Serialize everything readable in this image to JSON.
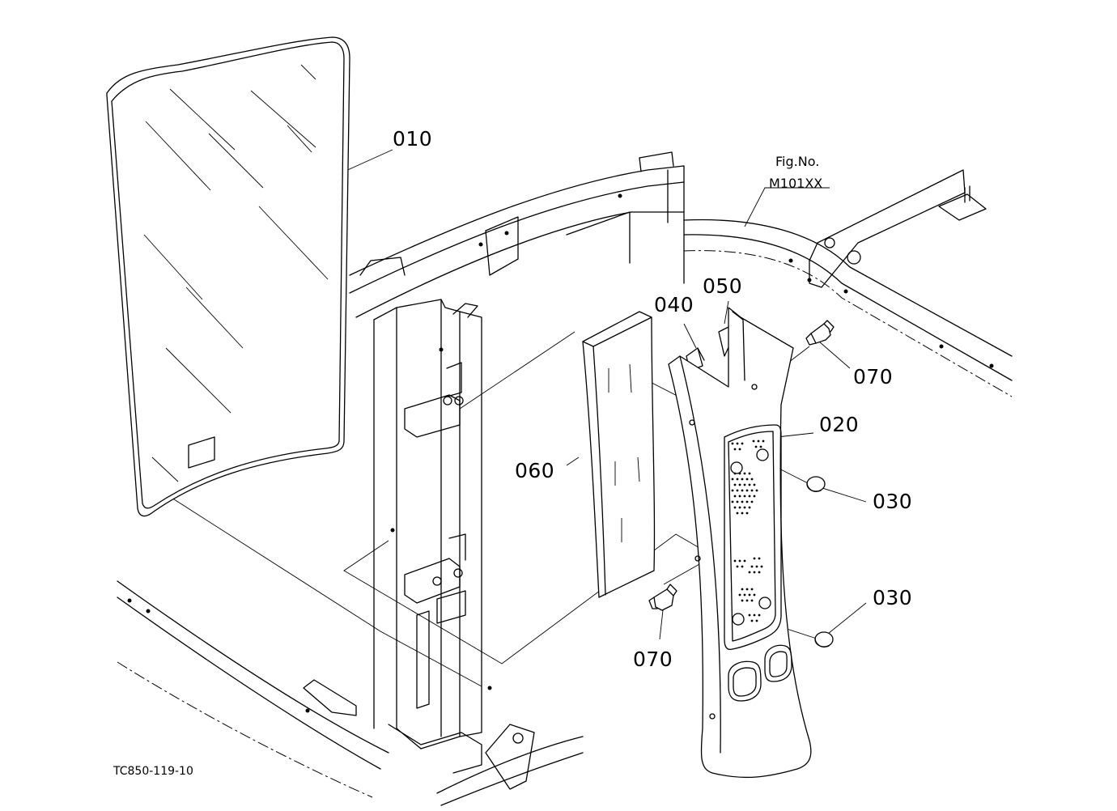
{
  "figure": {
    "drawing_code": "TC850-119-10",
    "reference_label": "Fig.No.",
    "reference_code": "M101XX"
  },
  "callouts": [
    {
      "id": "c010",
      "text": "010"
    },
    {
      "id": "c020",
      "text": "020"
    },
    {
      "id": "c030a",
      "text": "030"
    },
    {
      "id": "c030b",
      "text": "030"
    },
    {
      "id": "c040",
      "text": "040"
    },
    {
      "id": "c050",
      "text": "050"
    },
    {
      "id": "c060",
      "text": "060"
    },
    {
      "id": "c070a",
      "text": "070"
    },
    {
      "id": "c070b",
      "text": "070"
    }
  ]
}
